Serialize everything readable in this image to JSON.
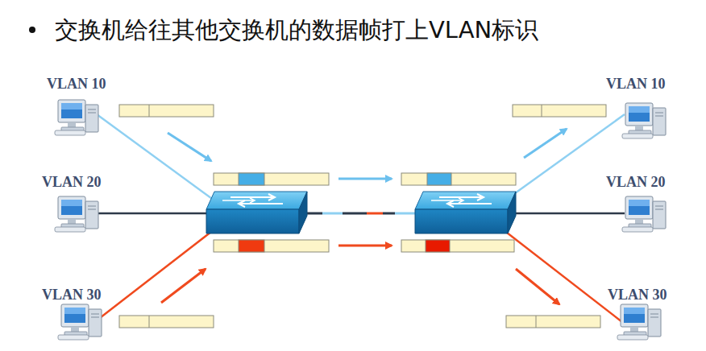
{
  "diagram": {
    "title": "交换机给往其他交换机的数据帧打上VLAN标识",
    "labels": [
      "VLAN 10",
      "VLAN 20",
      "VLAN 30",
      "VLAN 10",
      "VLAN 20",
      "VLAN 30"
    ]
  }
}
